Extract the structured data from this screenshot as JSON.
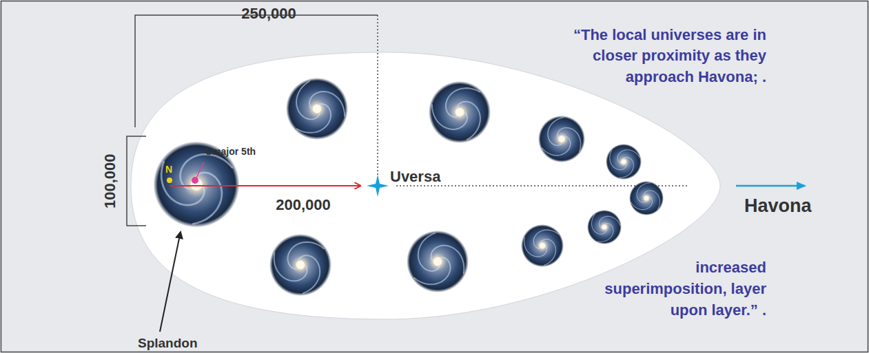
{
  "diagram": {
    "labels": [
      "250,000",
      "100,000",
      "Umajor 5th",
      "N",
      "200,000",
      "Uversa",
      "Havona",
      "Splandon",
      "“The local universes are in closer proximity as they approach Havona; .",
      "increased superimposition, layer upon layer.” ."
    ]
  }
}
